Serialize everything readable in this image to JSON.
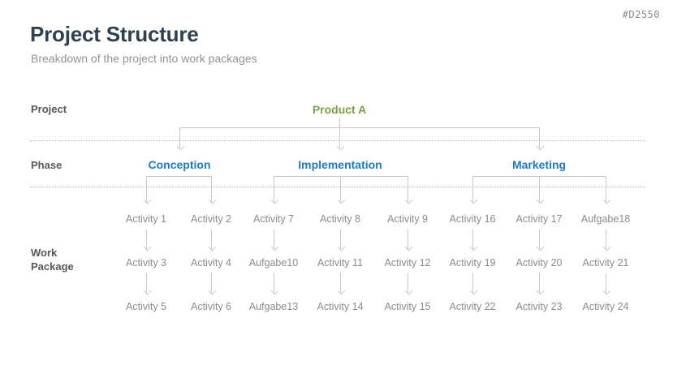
{
  "page": {
    "slide_id": "#D2550",
    "title": "Project Structure",
    "subtitle": "Breakdown of the project into work packages"
  },
  "row_labels": {
    "project": "Project",
    "phase": "Phase",
    "work_package": "Work Package"
  },
  "hierarchy": {
    "project": "Product A",
    "phases": [
      {
        "name": "Conception",
        "columns": [
          {
            "items": [
              "Activity 1",
              "Activity 3",
              "Activity 5"
            ]
          },
          {
            "items": [
              "Activity 2",
              "Activity 4",
              "Activity 6"
            ]
          }
        ]
      },
      {
        "name": "Implementation",
        "columns": [
          {
            "items": [
              "Activity 7",
              "Aufgabe10",
              "Aufgabe13"
            ]
          },
          {
            "items": [
              "Activity 8",
              "Activity 11",
              "Activity 14"
            ]
          },
          {
            "items": [
              "Activity 9",
              "Activity 12",
              "Activity 15"
            ]
          }
        ]
      },
      {
        "name": "Marketing",
        "columns": [
          {
            "items": [
              "Activity 16",
              "Activity 19",
              "Activity 22"
            ]
          },
          {
            "items": [
              "Activity 17",
              "Activity 20",
              "Activity 23"
            ]
          },
          {
            "items": [
              "Aufgabe18",
              "Activity 21",
              "Activity 24"
            ]
          }
        ]
      }
    ]
  },
  "colors": {
    "accent_green": "#76A33D",
    "accent_blue": "#1D7AC5",
    "title_navy": "#2E4150",
    "label_gray": "#575757",
    "body_gray": "#8B8B8B",
    "line_gray": "#C9C9C9"
  }
}
